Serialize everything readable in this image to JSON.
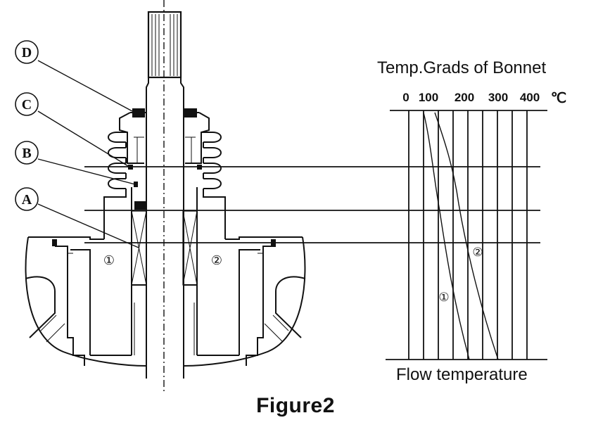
{
  "labels": {
    "callouts": [
      "D",
      "C",
      "B",
      "A"
    ],
    "zone_1": "①",
    "zone_2": "②",
    "chart_curve_1": "①",
    "chart_curve_2": "②"
  },
  "chart": {
    "title": "Temp.Grads of Bonnet",
    "scale_ticks": [
      "0",
      "100",
      "200",
      "300",
      "400"
    ],
    "unit": "℃",
    "bottom_label": "Flow temperature"
  },
  "caption": "Figure2"
}
